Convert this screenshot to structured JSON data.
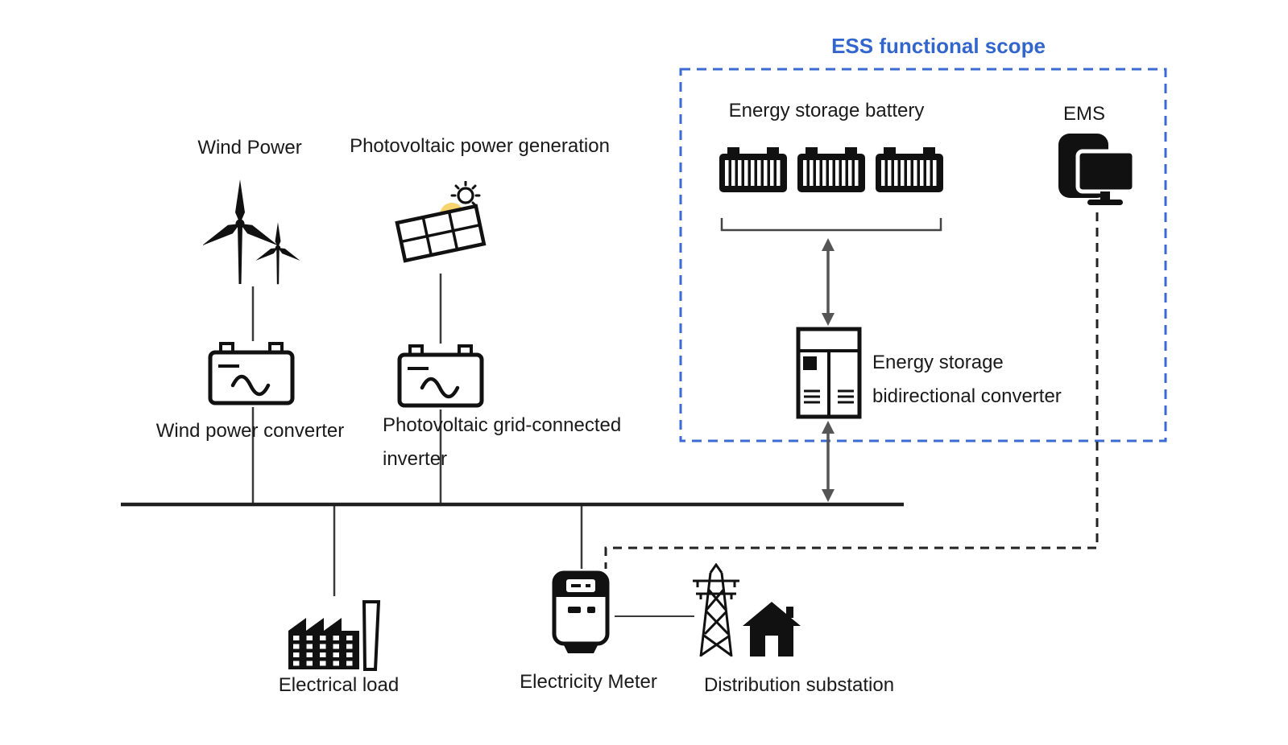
{
  "diagram": {
    "ess_scope_title": "ESS functional scope",
    "labels": {
      "wind_power": "Wind Power",
      "pv_generation": "Photovoltaic power generation",
      "wind_converter": "Wind power converter",
      "pv_inverter_line1": "Photovoltaic grid-connected",
      "pv_inverter_line2": "inverter",
      "energy_storage_battery": "Energy storage battery",
      "ems": "EMS",
      "bidirectional_converter_line1": "Energy storage",
      "bidirectional_converter_line2": "bidirectional converter",
      "electrical_load": "Electrical load",
      "electricity_meter": "Electricity Meter",
      "distribution_substation": "Distribution substation"
    },
    "colors": {
      "ess_accent": "#3366cc",
      "icon": "#111111",
      "line": "#3a3a3a",
      "arrow": "#555555",
      "sun_accent": "#f6cd55",
      "background": "#ffffff"
    }
  }
}
